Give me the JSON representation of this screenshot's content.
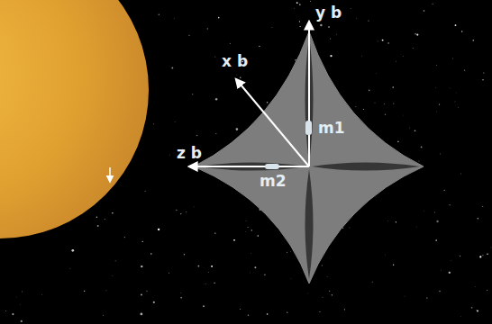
{
  "diagram": {
    "labels": [
      "x b",
      "y b",
      "z b",
      "m1",
      "m2"
    ]
  }
}
